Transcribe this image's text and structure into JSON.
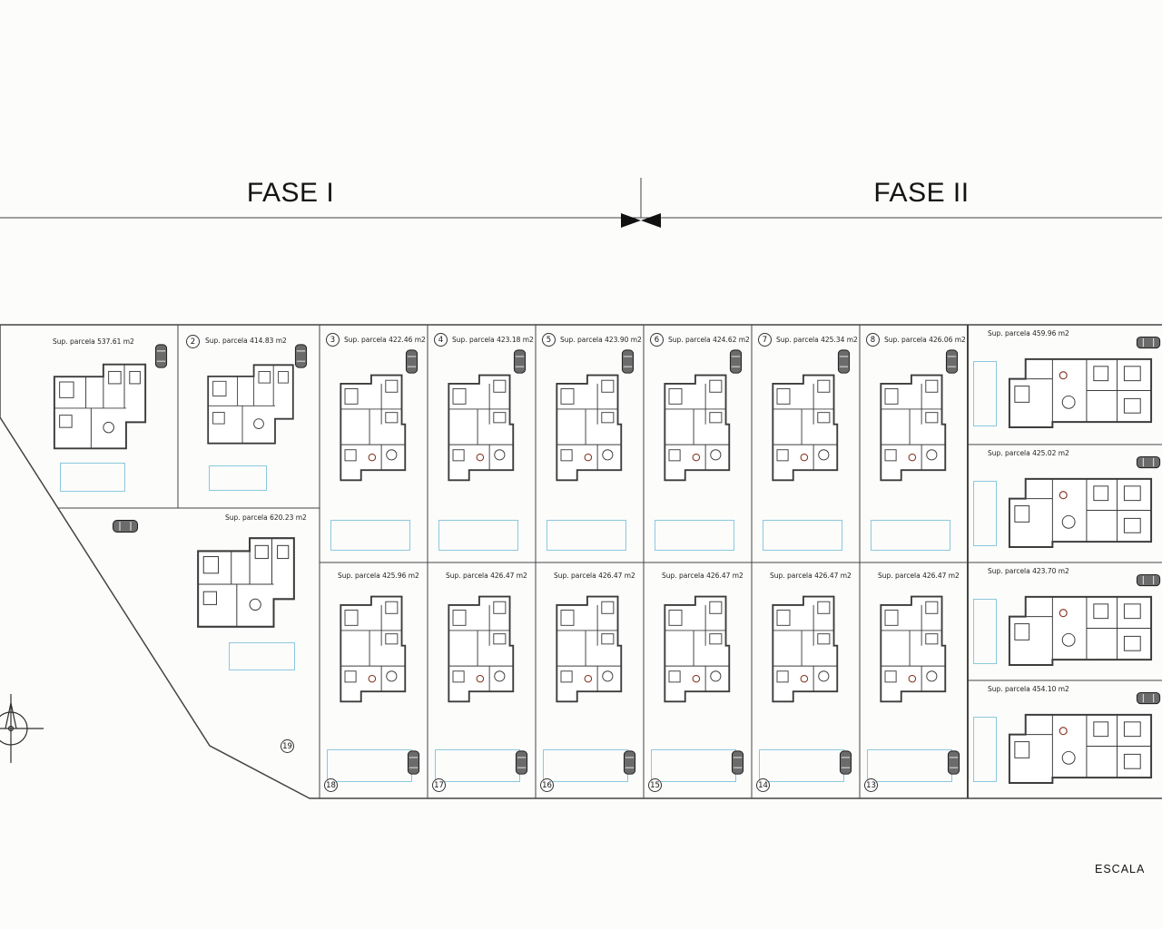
{
  "header": {
    "fase1_label": "FASE I",
    "fase2_label": "FASE II"
  },
  "escala_label": "ESCALA",
  "parcels": {
    "p1": {
      "area": "Sup. parcela 537.61 m2"
    },
    "p2": {
      "num": "2",
      "area": "Sup. parcela 414.83 m2"
    },
    "p19": {
      "num": "19",
      "area": "Sup. parcela 620.23 m2"
    },
    "top": [
      {
        "num": "3",
        "area": "Sup. parcela 422.46 m2"
      },
      {
        "num": "4",
        "area": "Sup. parcela 423.18 m2"
      },
      {
        "num": "5",
        "area": "Sup. parcela 423.90 m2"
      },
      {
        "num": "6",
        "area": "Sup. parcela 424.62 m2"
      },
      {
        "num": "7",
        "area": "Sup. parcela 425.34 m2"
      },
      {
        "num": "8",
        "area": "Sup. parcela 426.06 m2"
      }
    ],
    "bottom": [
      {
        "num": "18",
        "area": "Sup. parcela 425.96 m2"
      },
      {
        "num": "17",
        "area": "Sup. parcela 426.47 m2"
      },
      {
        "num": "16",
        "area": "Sup. parcela 426.47 m2"
      },
      {
        "num": "15",
        "area": "Sup. parcela 426.47 m2"
      },
      {
        "num": "14",
        "area": "Sup. parcela 426.47 m2"
      },
      {
        "num": "13",
        "area": "Sup. parcela 426.47 m2"
      }
    ],
    "right": [
      {
        "area": "Sup. parcela 459.96 m2"
      },
      {
        "area": "Sup. parcela 425.02 m2"
      },
      {
        "area": "Sup. parcela 423.70 m2"
      },
      {
        "area": "Sup. parcela 454.10 m2"
      }
    ]
  },
  "colors": {
    "pool_outline": "#8cc8de",
    "line": "#3c3c3c"
  }
}
